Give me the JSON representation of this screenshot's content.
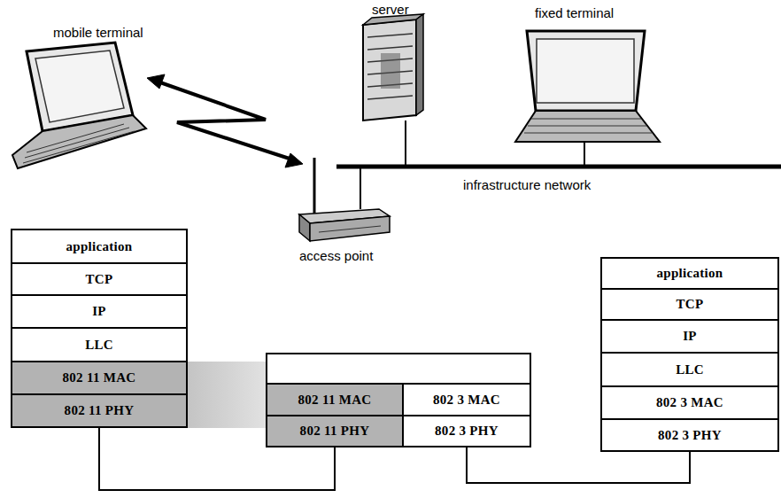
{
  "diagram": {
    "nodes": [
      {
        "text": [
          "application"
        ]
      },
      {
        "text": [
          "TCP"
        ]
      },
      {
        "text": [
          "IP"
        ]
      },
      {
        "text": [
          "LLC"
        ]
      },
      {
        "text": [
          "802 11 MAC"
        ]
      },
      {
        "text": [
          "802 11 PHY"
        ]
      },
      {
        "text": [
          "802 11 MAC"
        ]
      },
      {
        "text": [
          "802 3 MAC"
        ]
      },
      {
        "text": [
          "802 11 PHY"
        ]
      },
      {
        "text": [
          "802 3 PHY"
        ]
      },
      {
        "text": [
          "application"
        ]
      },
      {
        "text": [
          "TCP"
        ]
      },
      {
        "text": [
          "IP"
        ]
      },
      {
        "text": [
          "LLC"
        ]
      },
      {
        "text": [
          "802 3 MAC"
        ]
      },
      {
        "text": [
          "802 3 PHY"
        ]
      }
    ],
    "edges": [
      {
        "from": 5,
        "to": 8,
        "arrow": "none"
      },
      {
        "from": 9,
        "to": 15,
        "arrow": "none"
      }
    ],
    "labels": [
      "mobile terminal",
      "server",
      "fixed terminal",
      "infrastructure network",
      "access point"
    ]
  }
}
